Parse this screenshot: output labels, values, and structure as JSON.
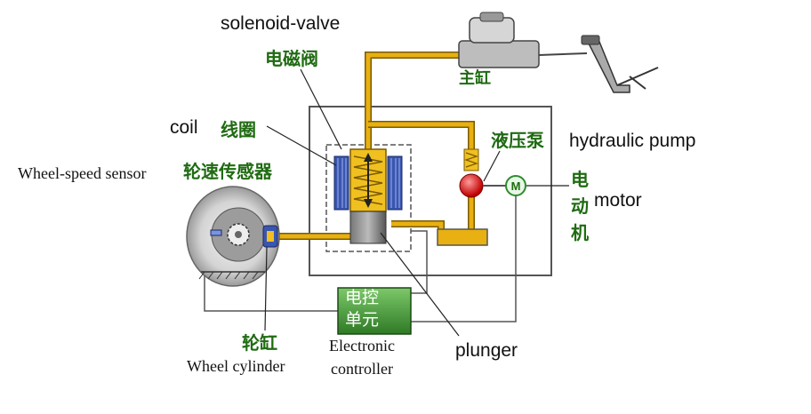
{
  "labels": {
    "solenoid_valve_en": "solenoid-valve",
    "solenoid_valve_cn": "电磁阀",
    "master_cylinder_cn": "主缸",
    "coil_en": "coil",
    "coil_cn": "线圈",
    "hydraulic_pump_cn": "液压泵",
    "hydraulic_pump_en": "hydraulic pump",
    "wheel_speed_sensor_en": "Wheel-speed sensor",
    "wheel_speed_sensor_cn": "轮速传感器",
    "motor_cn_1": "电",
    "motor_cn_2": "动",
    "motor_cn_3": "机",
    "motor_en": "motor",
    "motor_symbol": "M",
    "ecu_cn_1": "电控",
    "ecu_cn_2": "单元",
    "ecu_en_1": "Electronic",
    "ecu_en_2": "controller",
    "plunger_en": "plunger",
    "wheel_cylinder_cn": "轮缸",
    "wheel_cylinder_en": "Wheel cylinder"
  },
  "colors": {
    "hydraulic_line": "#e8b010",
    "coil_winding": "#3a56b0",
    "ecu_box": "#2f8a2f",
    "valve_red": "#e01818",
    "label_green": "#1f6b12",
    "disc_gray": "#c8c8c8"
  }
}
